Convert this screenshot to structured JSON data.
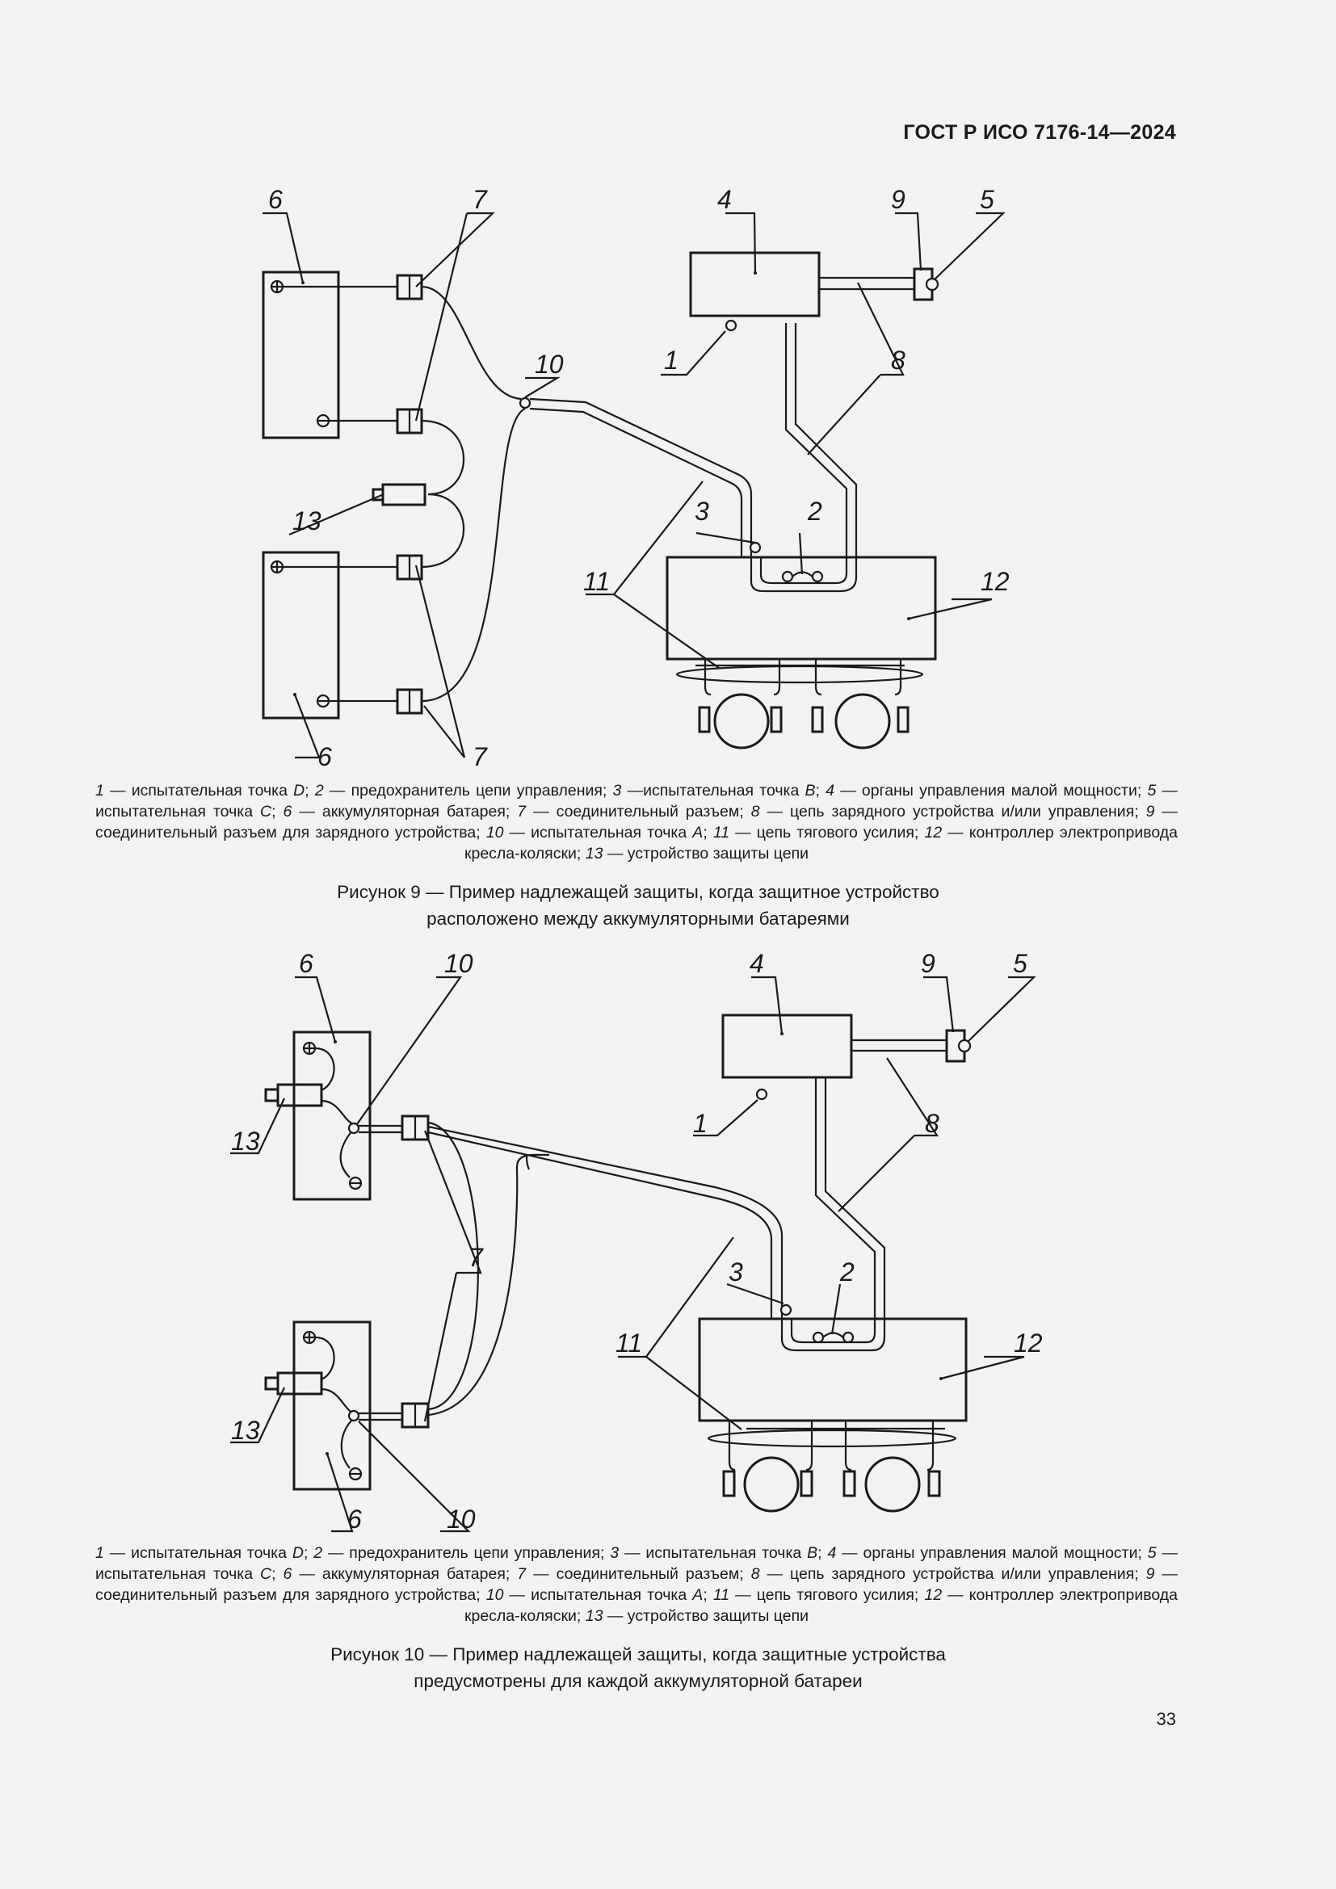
{
  "header": {
    "code": "ГОСТ Р ИСО 7176-14—2024"
  },
  "figure9": {
    "labels": {
      "l1": "1",
      "l2": "2",
      "l3": "3",
      "l4": "4",
      "l5": "5",
      "l6a": "6",
      "l6b": "6",
      "l7a": "7",
      "l7b": "7",
      "l8": "8",
      "l9": "9",
      "l10": "10",
      "l11": "11",
      "l12": "12",
      "l13": "13"
    },
    "legend": [
      {
        "n": "1",
        "t": " — испытательная точка "
      },
      {
        "n": "D",
        "t": "; "
      },
      {
        "n": "2",
        "t": " — предохранитель цепи управления; "
      },
      {
        "n": "3",
        "t": " —испытательная точка "
      },
      {
        "n": "B",
        "t": "; "
      },
      {
        "n": "4",
        "t": " — органы управления малой мощности; "
      },
      {
        "n": "5",
        "t": " — испытательная точка "
      },
      {
        "n": "C",
        "t": "; "
      },
      {
        "n": "6",
        "t": " — аккумуляторная батарея; "
      },
      {
        "n": "7",
        "t": " — соединительный разъем; "
      },
      {
        "n": "8",
        "t": " — цепь зарядного устройства и/или управления; "
      },
      {
        "n": "9",
        "t": " — соединительный разъем для зарядного устройства; "
      },
      {
        "n": "10",
        "t": " — испытательная точка "
      },
      {
        "n": "A",
        "t": "; "
      },
      {
        "n": "11",
        "t": " — цепь тягового усилия; "
      },
      {
        "n": "12",
        "t": " — контроллер электропривода кресла-коляски; "
      },
      {
        "n": "13",
        "t": " — устройство защиты цепи"
      }
    ],
    "caption_line1": "Рисунок 9 — Пример надлежащей защиты, когда защитное устройство",
    "caption_line2": "расположено между аккумуляторными батареями"
  },
  "figure10": {
    "labels": {
      "l1": "1",
      "l2": "2",
      "l3": "3",
      "l4": "4",
      "l5": "5",
      "l6a": "6",
      "l6b": "6",
      "l7": "7",
      "l8": "8",
      "l9": "9",
      "l10a": "10",
      "l10b": "10",
      "l11": "11",
      "l12": "12",
      "l13a": "13",
      "l13b": "13"
    },
    "legend": [
      {
        "n": "1",
        "t": " — испытательная точка "
      },
      {
        "n": "D",
        "t": "; "
      },
      {
        "n": "2",
        "t": " — предохранитель цепи управления; "
      },
      {
        "n": "3",
        "t": " — испытательная точка "
      },
      {
        "n": "B",
        "t": "; "
      },
      {
        "n": "4",
        "t": " — органы управления малой мощности; "
      },
      {
        "n": "5",
        "t": " — испытательная точка "
      },
      {
        "n": "C",
        "t": "; "
      },
      {
        "n": "6",
        "t": " — аккумуляторная батарея; "
      },
      {
        "n": "7",
        "t": " — соединительный разъем; "
      },
      {
        "n": "8",
        "t": " — цепь зарядного устройства и/или управления; "
      },
      {
        "n": "9",
        "t": " — соединительный разъем для зарядного устройства; "
      },
      {
        "n": "10",
        "t": " — испытательная точка "
      },
      {
        "n": "A",
        "t": "; "
      },
      {
        "n": "11",
        "t": " — цепь тягового усилия; "
      },
      {
        "n": "12",
        "t": " — контроллер электропривода кресла-коляски; "
      },
      {
        "n": "13",
        "t": " — устройство защиты цепи"
      }
    ],
    "caption_line1": "Рисунок 10 — Пример надлежащей защиты, когда защитные устройства",
    "caption_line2": "предусмотрены для каждой аккумуляторной батареи"
  },
  "page": {
    "number": "33"
  }
}
